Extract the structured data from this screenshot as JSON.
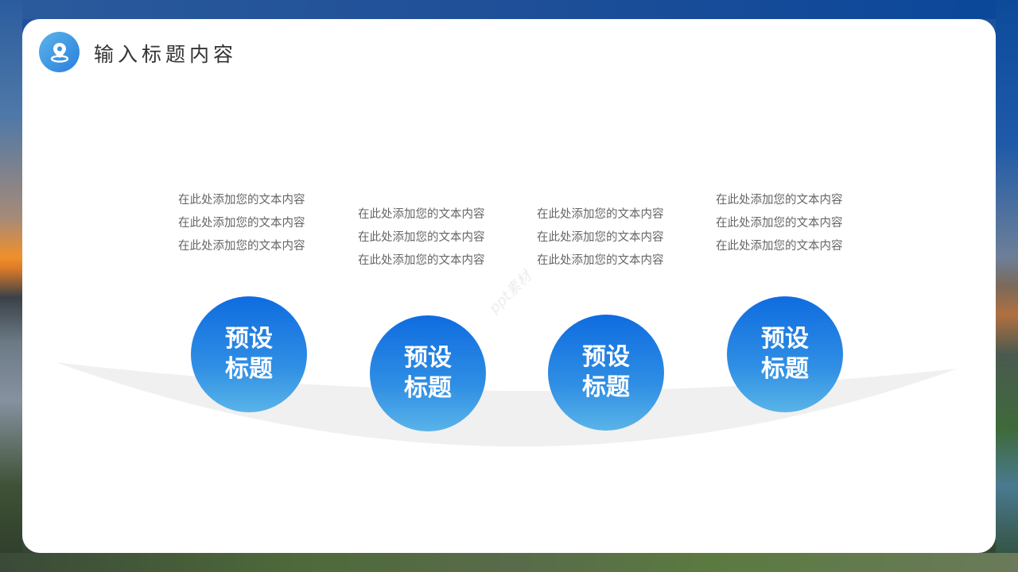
{
  "header": {
    "icon": "location-pin-icon",
    "title": "输入标题内容"
  },
  "colors": {
    "accent_gradient_top": "#0f6ce0",
    "accent_gradient_bottom": "#59b4e8",
    "body_text": "#666666",
    "title_text": "#333333",
    "arc_fill": "#f0f0f0"
  },
  "items": [
    {
      "label_line1": "预设",
      "label_line2": "标题",
      "lines": [
        "在此处添加您的文本内容",
        "在此处添加您的文本内容",
        "在此处添加您的文本内容"
      ]
    },
    {
      "label_line1": "预设",
      "label_line2": "标题",
      "lines": [
        "在此处添加您的文本内容",
        "在此处添加您的文本内容",
        "在此处添加您的文本内容"
      ]
    },
    {
      "label_line1": "预设",
      "label_line2": "标题",
      "lines": [
        "在此处添加您的文本内容",
        "在此处添加您的文本内容",
        "在此处添加您的文本内容"
      ]
    },
    {
      "label_line1": "预设",
      "label_line2": "标题",
      "lines": [
        "在此处添加您的文本内容",
        "在此处添加您的文本内容",
        "在此处添加您的文本内容"
      ]
    }
  ],
  "watermark": "ppt素材"
}
